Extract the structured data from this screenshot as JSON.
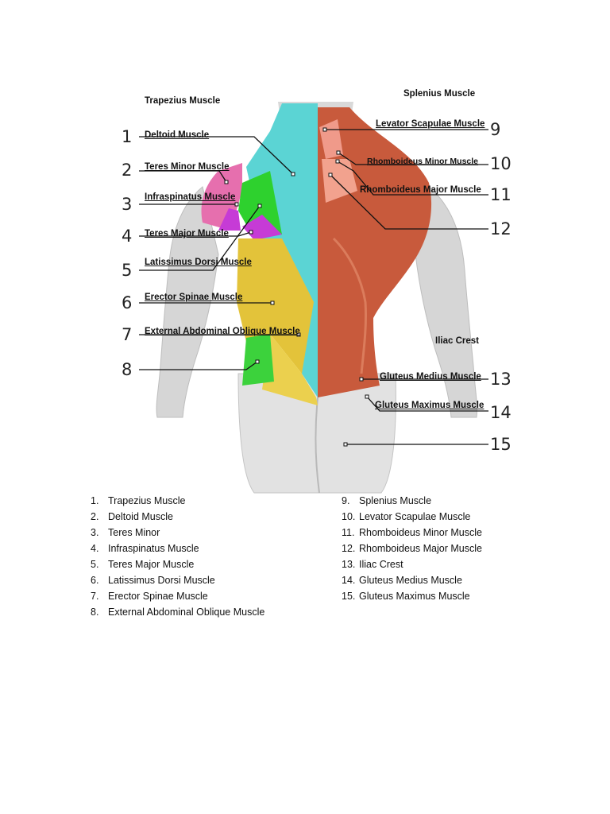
{
  "colors": {
    "trapezius": "#5bd4d4",
    "deltoid": "#e66fae",
    "teres_minor": "#c63bd6",
    "infraspinatus": "#2ed12e",
    "latissimus": "#e3c33a",
    "oblique": "#3cd23c",
    "muscle_red": "#c85a3c",
    "skin_gray": "#d9d9d9"
  },
  "diagram_labels": {
    "trapezius": "Trapezius Muscle",
    "deltoid": "Deltoid Muscle",
    "teres_minor": "Teres Minor Muscle",
    "infraspinatus": "Infraspinatus Muscle",
    "teres_major": "Teres Major Muscle",
    "latissimus": "Latissimus Dorsi Muscle",
    "erector": "Erector Spinae Muscle",
    "oblique": "External Abdominal Oblique Muscle",
    "splenius": "Splenius Muscle",
    "levator": "Levator Scapulae Muscle",
    "rhomboid_minor": "Rhomboideus Minor Muscle",
    "rhomboid_major": "Rhomboideus Major Muscle",
    "iliac": "Iliac Crest",
    "gluteus_medius": "Gluteus Medius Muscle",
    "gluteus_maximus": "Gluteus Maximus Muscle"
  },
  "numbers": [
    "1",
    "2",
    "3",
    "4",
    "5",
    "6",
    "7",
    "8",
    "9",
    "10",
    "11",
    "12",
    "13",
    "14",
    "15"
  ],
  "legend_left": [
    {
      "n": "1.",
      "text": "Trapezius Muscle"
    },
    {
      "n": "2.",
      "text": "Deltoid Muscle"
    },
    {
      "n": "3.",
      "text": "Teres Minor"
    },
    {
      "n": "4.",
      "text": "Infraspinatus Muscle"
    },
    {
      "n": "5.",
      "text": "Teres Major Muscle"
    },
    {
      "n": "6.",
      "text": "Latissimus Dorsi Muscle"
    },
    {
      "n": "7.",
      "text": "Erector Spinae Muscle"
    },
    {
      "n": "8.",
      "text": "External Abdominal Oblique Muscle"
    }
  ],
  "legend_right": [
    {
      "n": "9.",
      "text": "Splenius Muscle"
    },
    {
      "n": "10.",
      "text": "Levator Scapulae Muscle"
    },
    {
      "n": "11.",
      "text": "Rhomboideus Minor Muscle"
    },
    {
      "n": "12.",
      "text": "Rhomboideus Major Muscle"
    },
    {
      "n": "13.",
      "text": "Iliac Crest"
    },
    {
      "n": "14.",
      "text": "Gluteus Medius Muscle"
    },
    {
      "n": "15.",
      "text": "Gluteus Maximus Muscle"
    }
  ]
}
